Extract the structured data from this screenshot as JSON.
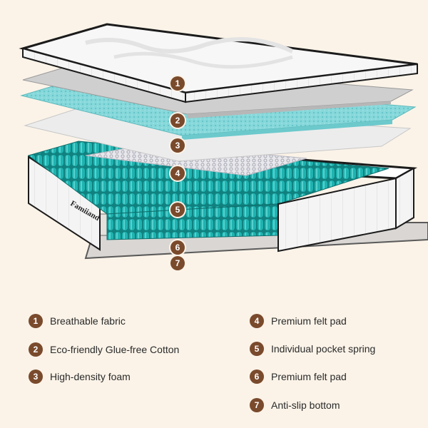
{
  "colors": {
    "background": "#fbf3e8",
    "marker": "#7a4a2c",
    "foam": "#7ed6d8",
    "spring": "#1a9e9c"
  },
  "illustration": {
    "brand_mark": "Famiiand",
    "markers": [
      "1",
      "2",
      "3",
      "4",
      "5",
      "6",
      "7"
    ]
  },
  "legend": {
    "items": [
      {
        "num": "1",
        "label": "Breathable fabric"
      },
      {
        "num": "2",
        "label": "Eco-friendly Glue-free Cotton"
      },
      {
        "num": "3",
        "label": "High-density foam"
      },
      {
        "num": "4",
        "label": "Premium felt pad"
      },
      {
        "num": "5",
        "label": "Individual pocket spring"
      },
      {
        "num": "6",
        "label": "Premium felt pad"
      },
      {
        "num": "7",
        "label": "Anti-slip bottom"
      }
    ]
  }
}
